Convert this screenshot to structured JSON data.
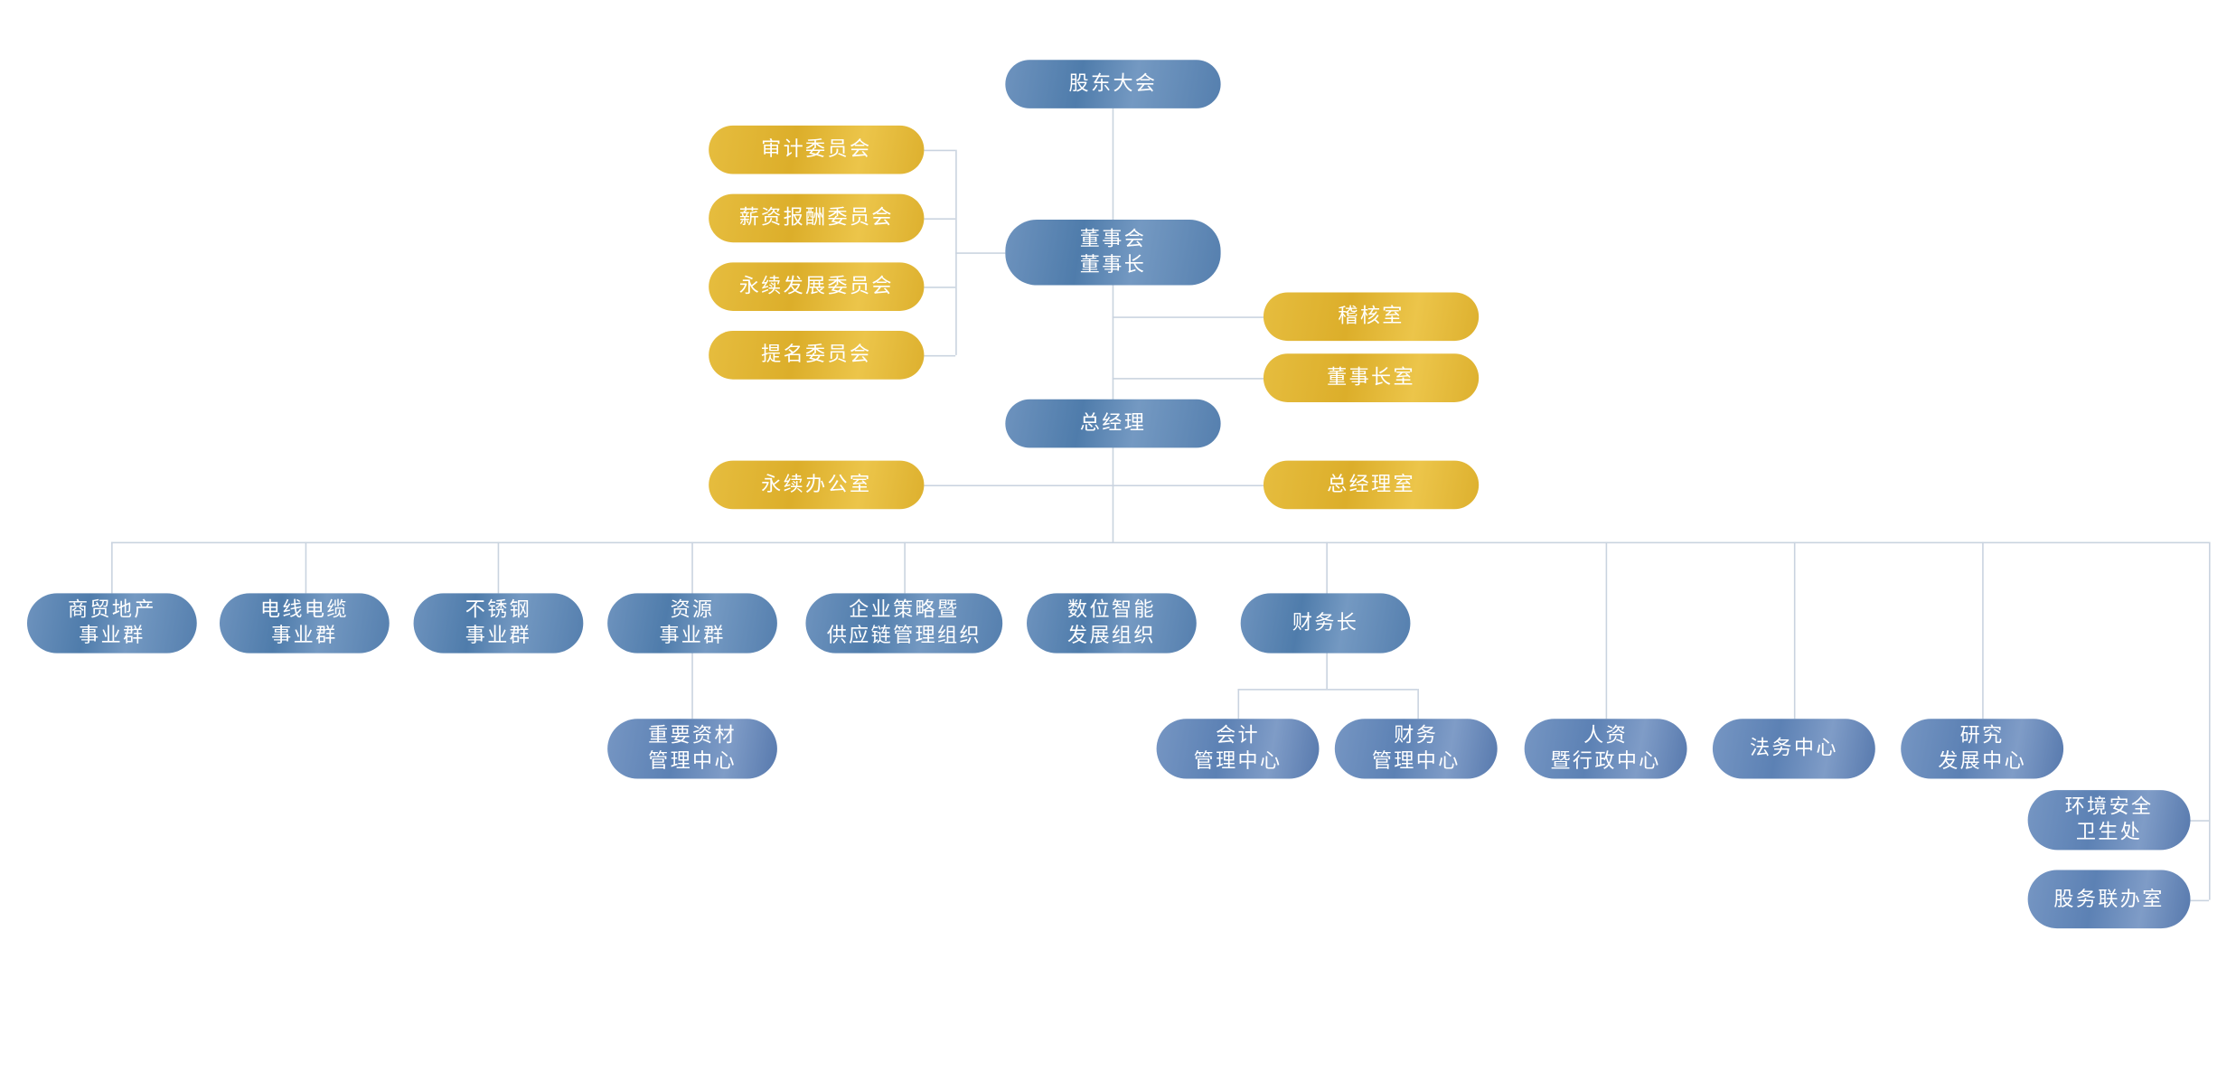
{
  "top": {
    "shareholders": "股东大会",
    "board": [
      "董事会",
      "董事长"
    ],
    "audit_office": "稽核室",
    "chairman_office": "董事长室",
    "gm": "总经理",
    "sustain_office": "永续办公室",
    "gm_office": "总经理室"
  },
  "committees": [
    "审计委员会",
    "薪资报酬委员会",
    "永续发展委员会",
    "提名委员会"
  ],
  "units": [
    [
      "商贸地产",
      "事业群"
    ],
    [
      "电线电缆",
      "事业群"
    ],
    [
      "不锈钢",
      "事业群"
    ],
    [
      "资源",
      "事业群"
    ],
    [
      "企业策略暨",
      "供应链管理组织"
    ],
    [
      "数位智能",
      "发展组织"
    ],
    [
      "财务长"
    ]
  ],
  "resource_sub": [
    "重要资材",
    "管理中心"
  ],
  "finance_sub": [
    [
      "会计",
      "管理中心"
    ],
    [
      "财务",
      "管理中心"
    ]
  ],
  "centers": [
    [
      "人资",
      "暨行政中心"
    ],
    [
      "法务中心"
    ],
    [
      "研究",
      "发展中心"
    ]
  ],
  "side": [
    [
      "环境安全",
      "卫生处"
    ],
    [
      "股务联办室"
    ]
  ],
  "colors": {
    "blue": "#5b84b2",
    "gold": "#e2b535",
    "line": "#c9d3df"
  }
}
